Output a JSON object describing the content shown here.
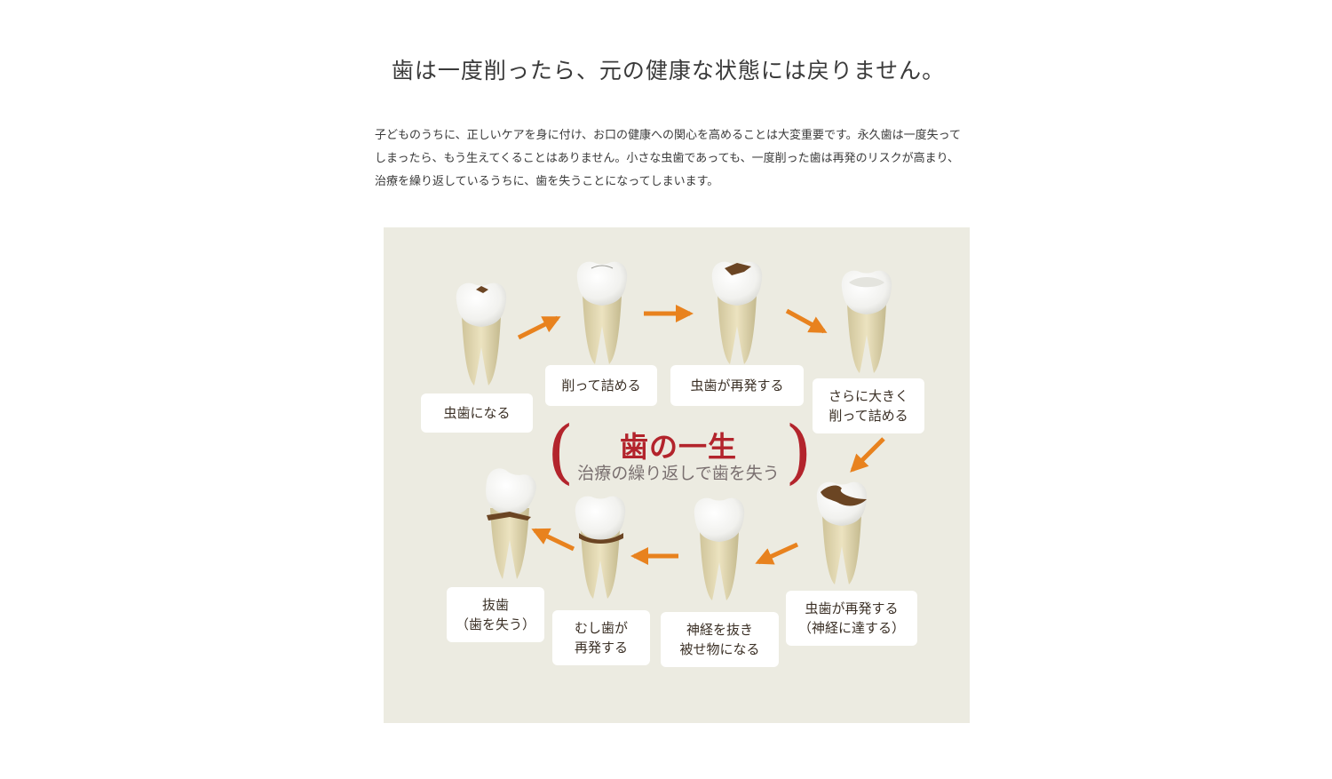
{
  "heading": "歯は一度削ったら、元の健康な状態には戻りません。",
  "paragraph": "子どものうちに、正しいケアを身に付け、お口の健康への関心を高めることは大変重要です。永久歯は一度失ってしまったら、もう生えてくることはありません。小さな虫歯であっても、一度削った歯は再発のリスクが高まり、治療を繰り返しているうちに、歯を失うことになってしまいます。",
  "diagram": {
    "center_title": "歯の一生",
    "center_subtitle": "治療の繰り返しで歯を失う",
    "paren_open": "(",
    "paren_close": ")",
    "steps": [
      {
        "label": "虫歯になる"
      },
      {
        "label": "削って詰める"
      },
      {
        "label": "虫歯が再発する"
      },
      {
        "label": "さらに大きく\n削って詰める"
      },
      {
        "label": "虫歯が再発する\n（神経に達する）"
      },
      {
        "label": "神経を抜き\n被せ物になる"
      },
      {
        "label": "むし歯が\n再発する"
      },
      {
        "label": "抜歯\n（歯を失う）"
      }
    ],
    "colors": {
      "panel": "#ecebe1",
      "arrow": "#e8821e",
      "accent": "#b3242c",
      "decay": "#6b4523"
    }
  }
}
